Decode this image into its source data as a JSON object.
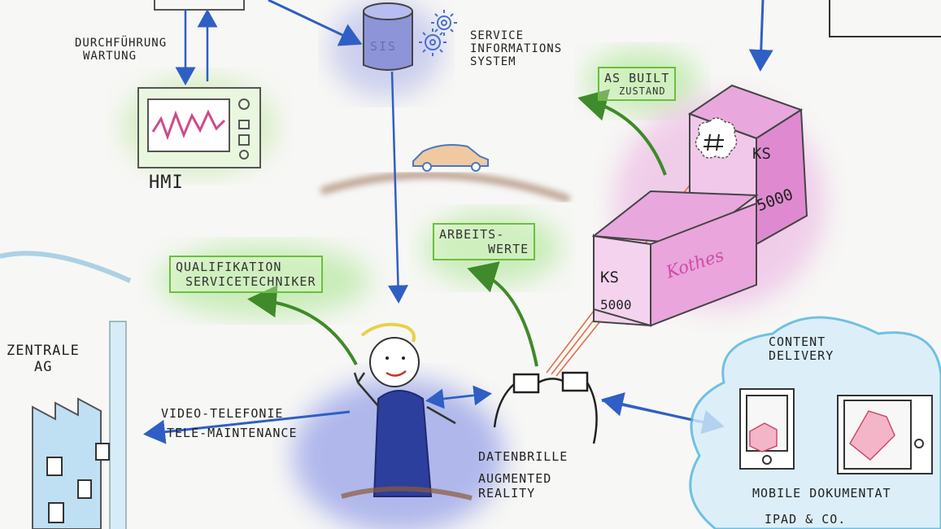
{
  "labels": {
    "durchfuehrung_line1": "Durchführung",
    "durchfuehrung_line2": "Wartung",
    "hmi": "HMI",
    "sis": "SIS",
    "service_line1": "Service",
    "service_line2": "Informations",
    "service_line3": "System",
    "as_built_line1": "AS Built",
    "as_built_line2": "Zustand",
    "ks_top": "KS",
    "ks_top_num": "5000",
    "ks_front": "KS",
    "ks_front_num": "5000",
    "kothes": "Kothes",
    "qualifikation_line1": "Qualifikation",
    "qualifikation_line2": "Servicetechniker",
    "arbeitswerte_line1": "Arbeits-",
    "arbeitswerte_line2": "Werte",
    "zentrale_line1": "Zentrale",
    "zentrale_line2": "AG",
    "video_line1": "Video-Telefonie",
    "video_line2": "Tele-Maintenance",
    "datenbrille_line1": "Datenbrille",
    "datenbrille_line2": "Augmented",
    "datenbrille_line3": "Reality",
    "content_line1": "Content",
    "content_line2": "Delivery",
    "mobile_doc": "Mobile Dokumentat",
    "ipad": "iPad & Co."
  },
  "colors": {
    "arrow_blue": "#2f5fc4",
    "arrow_green": "#3f8a2a",
    "box_green": "#6bbf3c",
    "magenta": "#d14aa8",
    "cloud_blue": "#4fb3e0",
    "person_blue": "#233a8c"
  }
}
